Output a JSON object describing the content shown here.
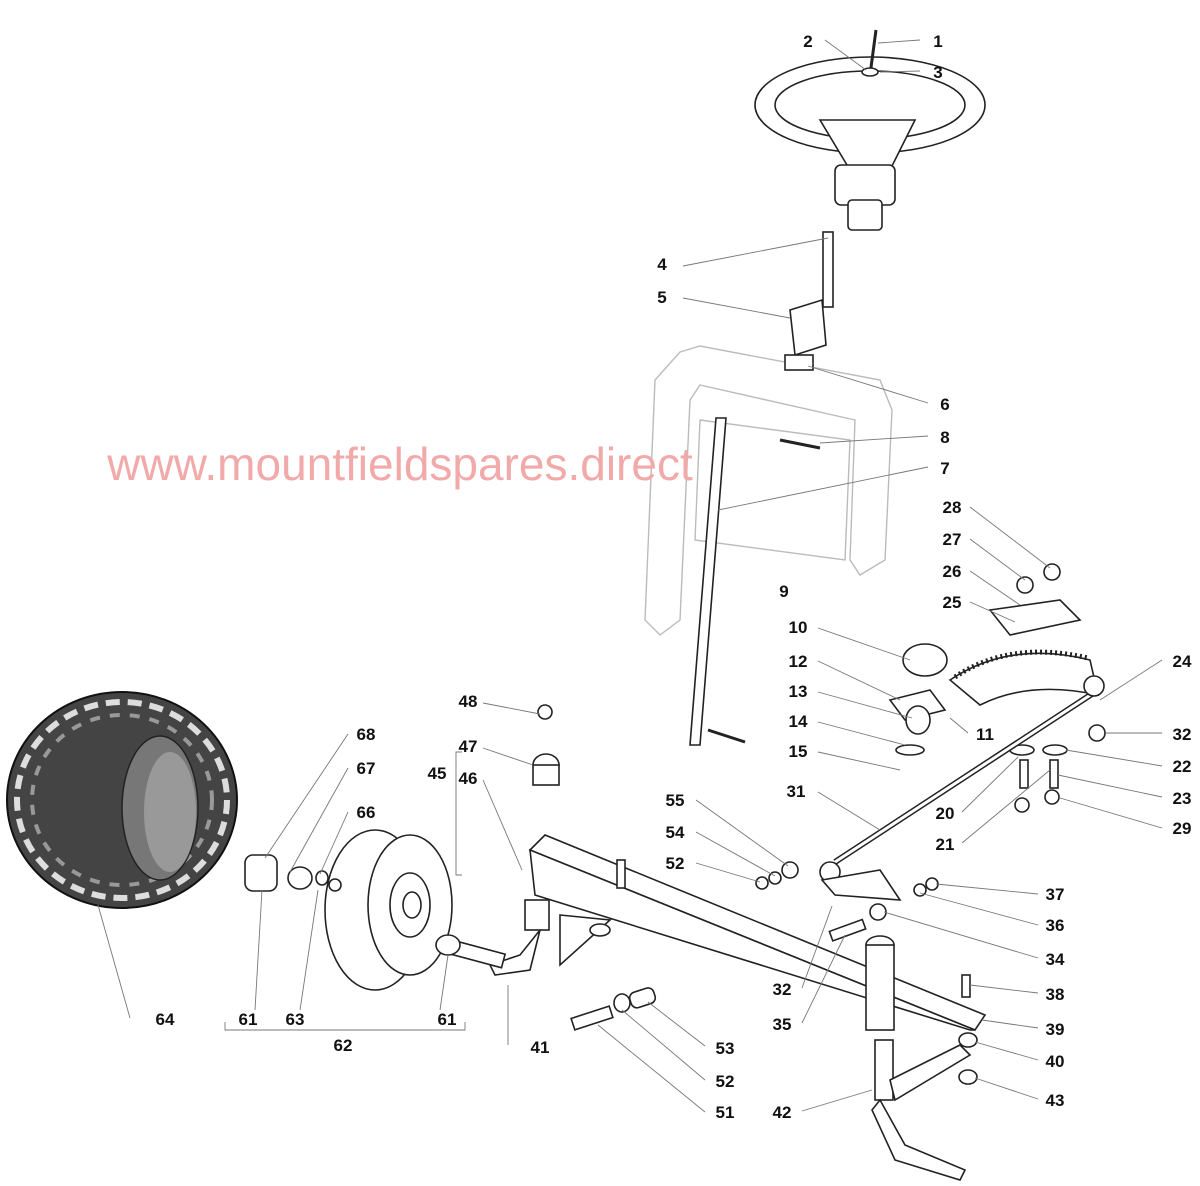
{
  "diagram": {
    "watermark": "www.mountfieldspares.direct",
    "callouts": [
      "1",
      "2",
      "3",
      "4",
      "5",
      "6",
      "8",
      "7",
      "28",
      "27",
      "26",
      "25",
      "9",
      "10",
      "12",
      "13",
      "14",
      "15",
      "31",
      "11",
      "24",
      "32",
      "22",
      "23",
      "29",
      "20",
      "21",
      "37",
      "36",
      "34",
      "38",
      "39",
      "40",
      "43",
      "32",
      "35",
      "42",
      "48",
      "47",
      "46",
      "45",
      "55",
      "54",
      "52",
      "68",
      "67",
      "66",
      "64",
      "61",
      "63",
      "61",
      "62",
      "41",
      "53",
      "52",
      "51"
    ]
  }
}
